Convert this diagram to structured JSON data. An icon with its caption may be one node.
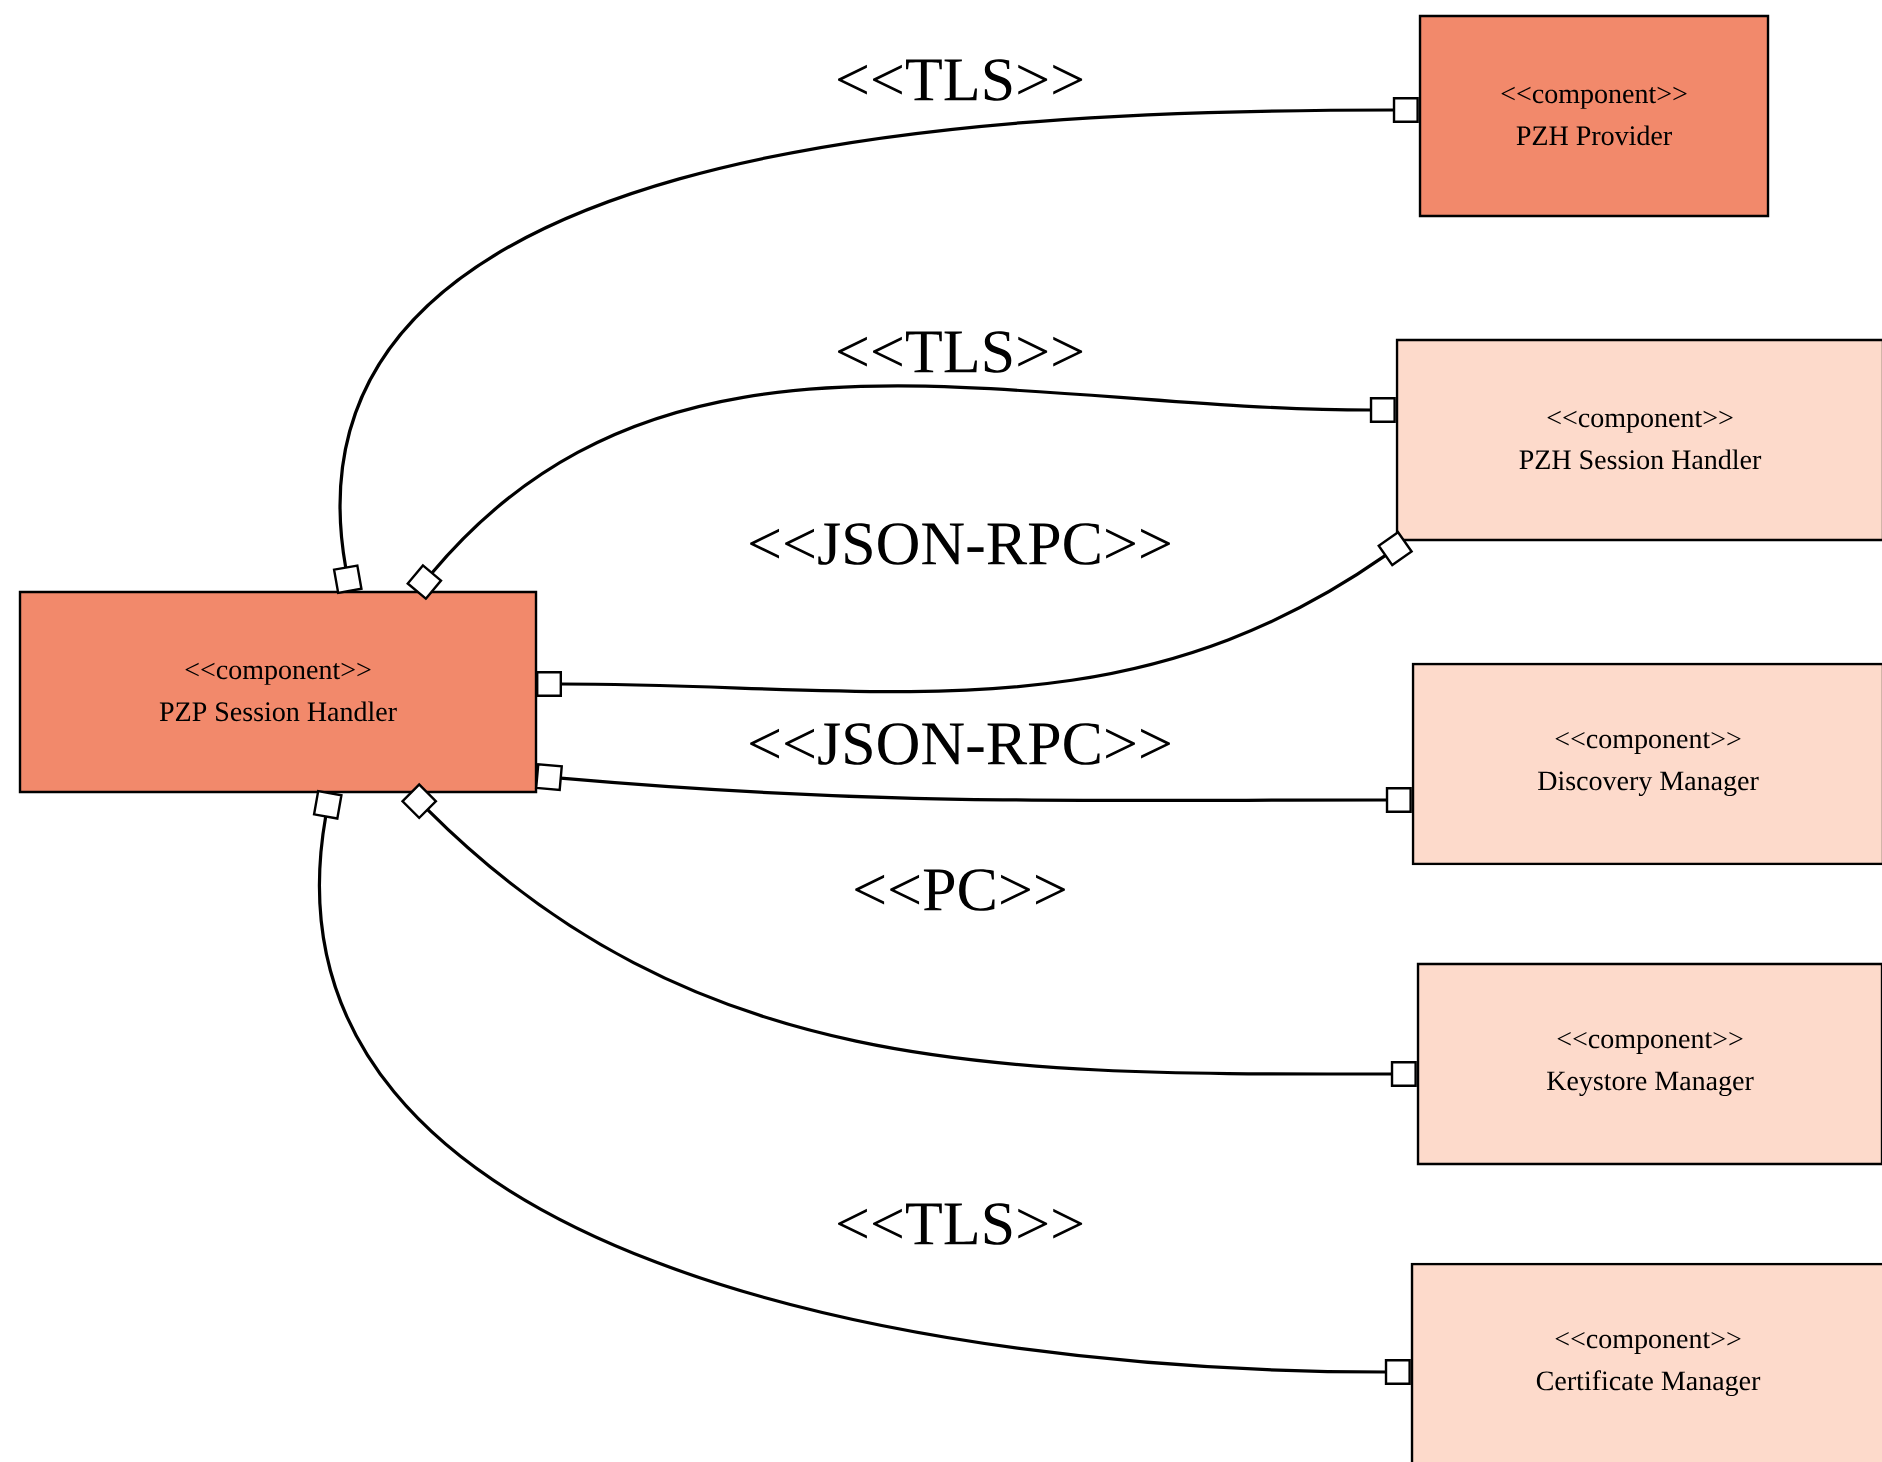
{
  "diagram": {
    "nodes": [
      {
        "text": [
          "<<component>>",
          "PZP Session Handler"
        ]
      },
      {
        "text": [
          "<<component>>",
          "PZH Provider"
        ]
      },
      {
        "text": [
          "<<component>>",
          "PZH Session Handler"
        ]
      },
      {
        "text": [
          "<<component>>",
          "Discovery Manager"
        ]
      },
      {
        "text": [
          "<<component>>",
          "Keystore Manager"
        ]
      },
      {
        "text": [
          "<<component>>",
          "Certificate Manager"
        ]
      }
    ],
    "edges": [
      {
        "from": 0,
        "to": 1,
        "arrow": "other",
        "label": "<<TLS>>"
      },
      {
        "from": 0,
        "to": 2,
        "arrow": "other",
        "label": "<<TLS>>"
      },
      {
        "from": 0,
        "to": 2,
        "arrow": "other",
        "label": "<<JSON-RPC>>"
      },
      {
        "from": 0,
        "to": 3,
        "arrow": "other",
        "label": "<<JSON-RPC>>"
      },
      {
        "from": 0,
        "to": 4,
        "arrow": "other",
        "label": "<<PC>>"
      },
      {
        "from": 0,
        "to": 5,
        "arrow": "other",
        "label": "<<TLS>>"
      }
    ]
  }
}
